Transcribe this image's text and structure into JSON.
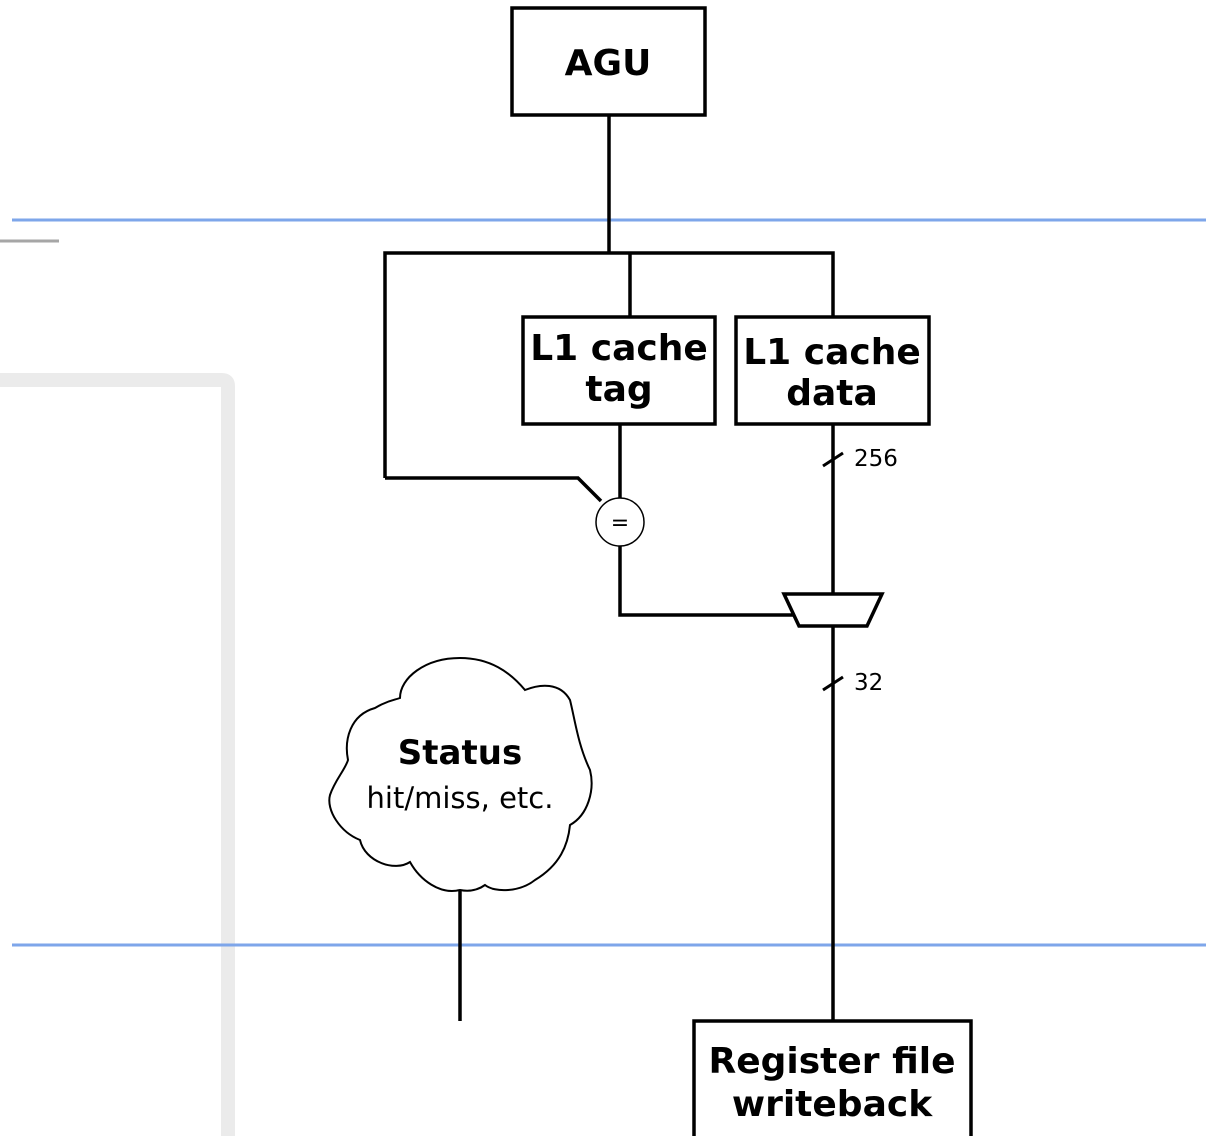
{
  "colors": {
    "stage_line": "#7ea6ea",
    "panel": "#ebebeb",
    "ink": "#000000"
  },
  "blocks": {
    "agu": "AGU",
    "l1_tag": [
      "L1 cache",
      "tag"
    ],
    "l1_data": [
      "L1 cache",
      "data"
    ],
    "register_file": [
      "Register file",
      "writeback"
    ]
  },
  "comparator_symbol": "=",
  "bus_widths": {
    "data_out": "256",
    "mux_out": "32"
  },
  "status": {
    "title": "Status",
    "detail": "hit/miss, etc."
  }
}
